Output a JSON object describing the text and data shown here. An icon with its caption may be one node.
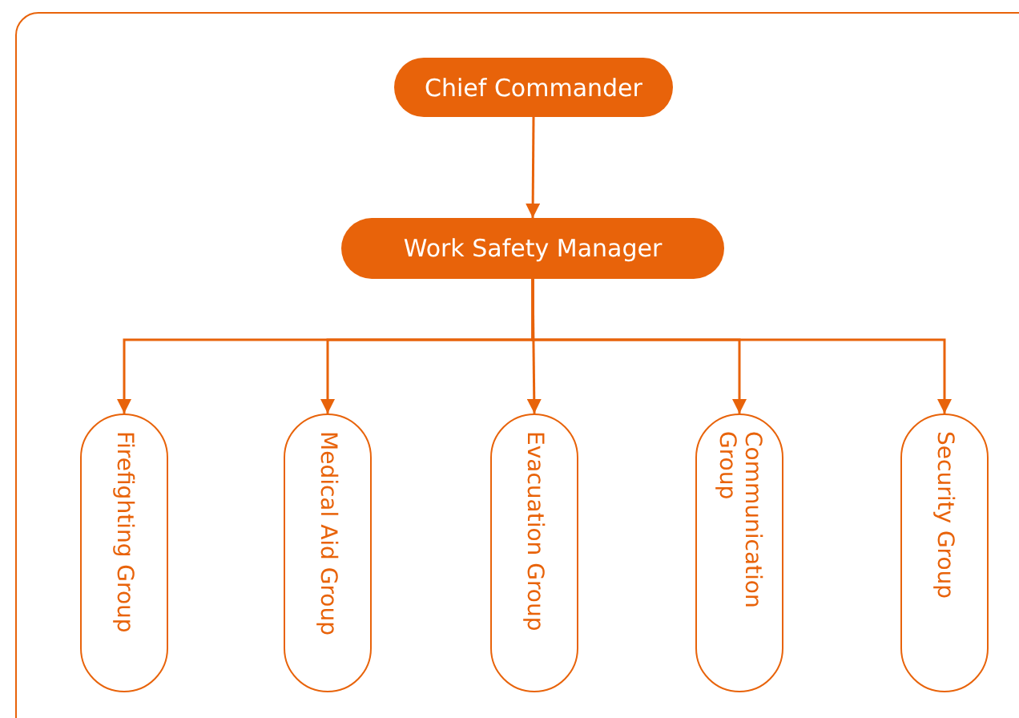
{
  "diagram": {
    "nodes": [
      {
        "text": [
          "Chief Commander"
        ]
      },
      {
        "text": [
          "Work Safety Manager"
        ]
      },
      {
        "text": [
          "Firefighting Group"
        ]
      },
      {
        "text": [
          "Medical Aid Group"
        ]
      },
      {
        "text": [
          "Evacuation Group"
        ]
      },
      {
        "text": [
          "Communication Group"
        ]
      },
      {
        "text": [
          "Security Group"
        ]
      }
    ],
    "edges": [
      {
        "from": 0,
        "to": 1,
        "arrow": "to"
      },
      {
        "from": 1,
        "to": 2,
        "arrow": "to"
      },
      {
        "from": 1,
        "to": 3,
        "arrow": "to"
      },
      {
        "from": 1,
        "to": 4,
        "arrow": "to"
      },
      {
        "from": 1,
        "to": 5,
        "arrow": "to"
      },
      {
        "from": 1,
        "to": 6,
        "arrow": "to"
      }
    ]
  }
}
